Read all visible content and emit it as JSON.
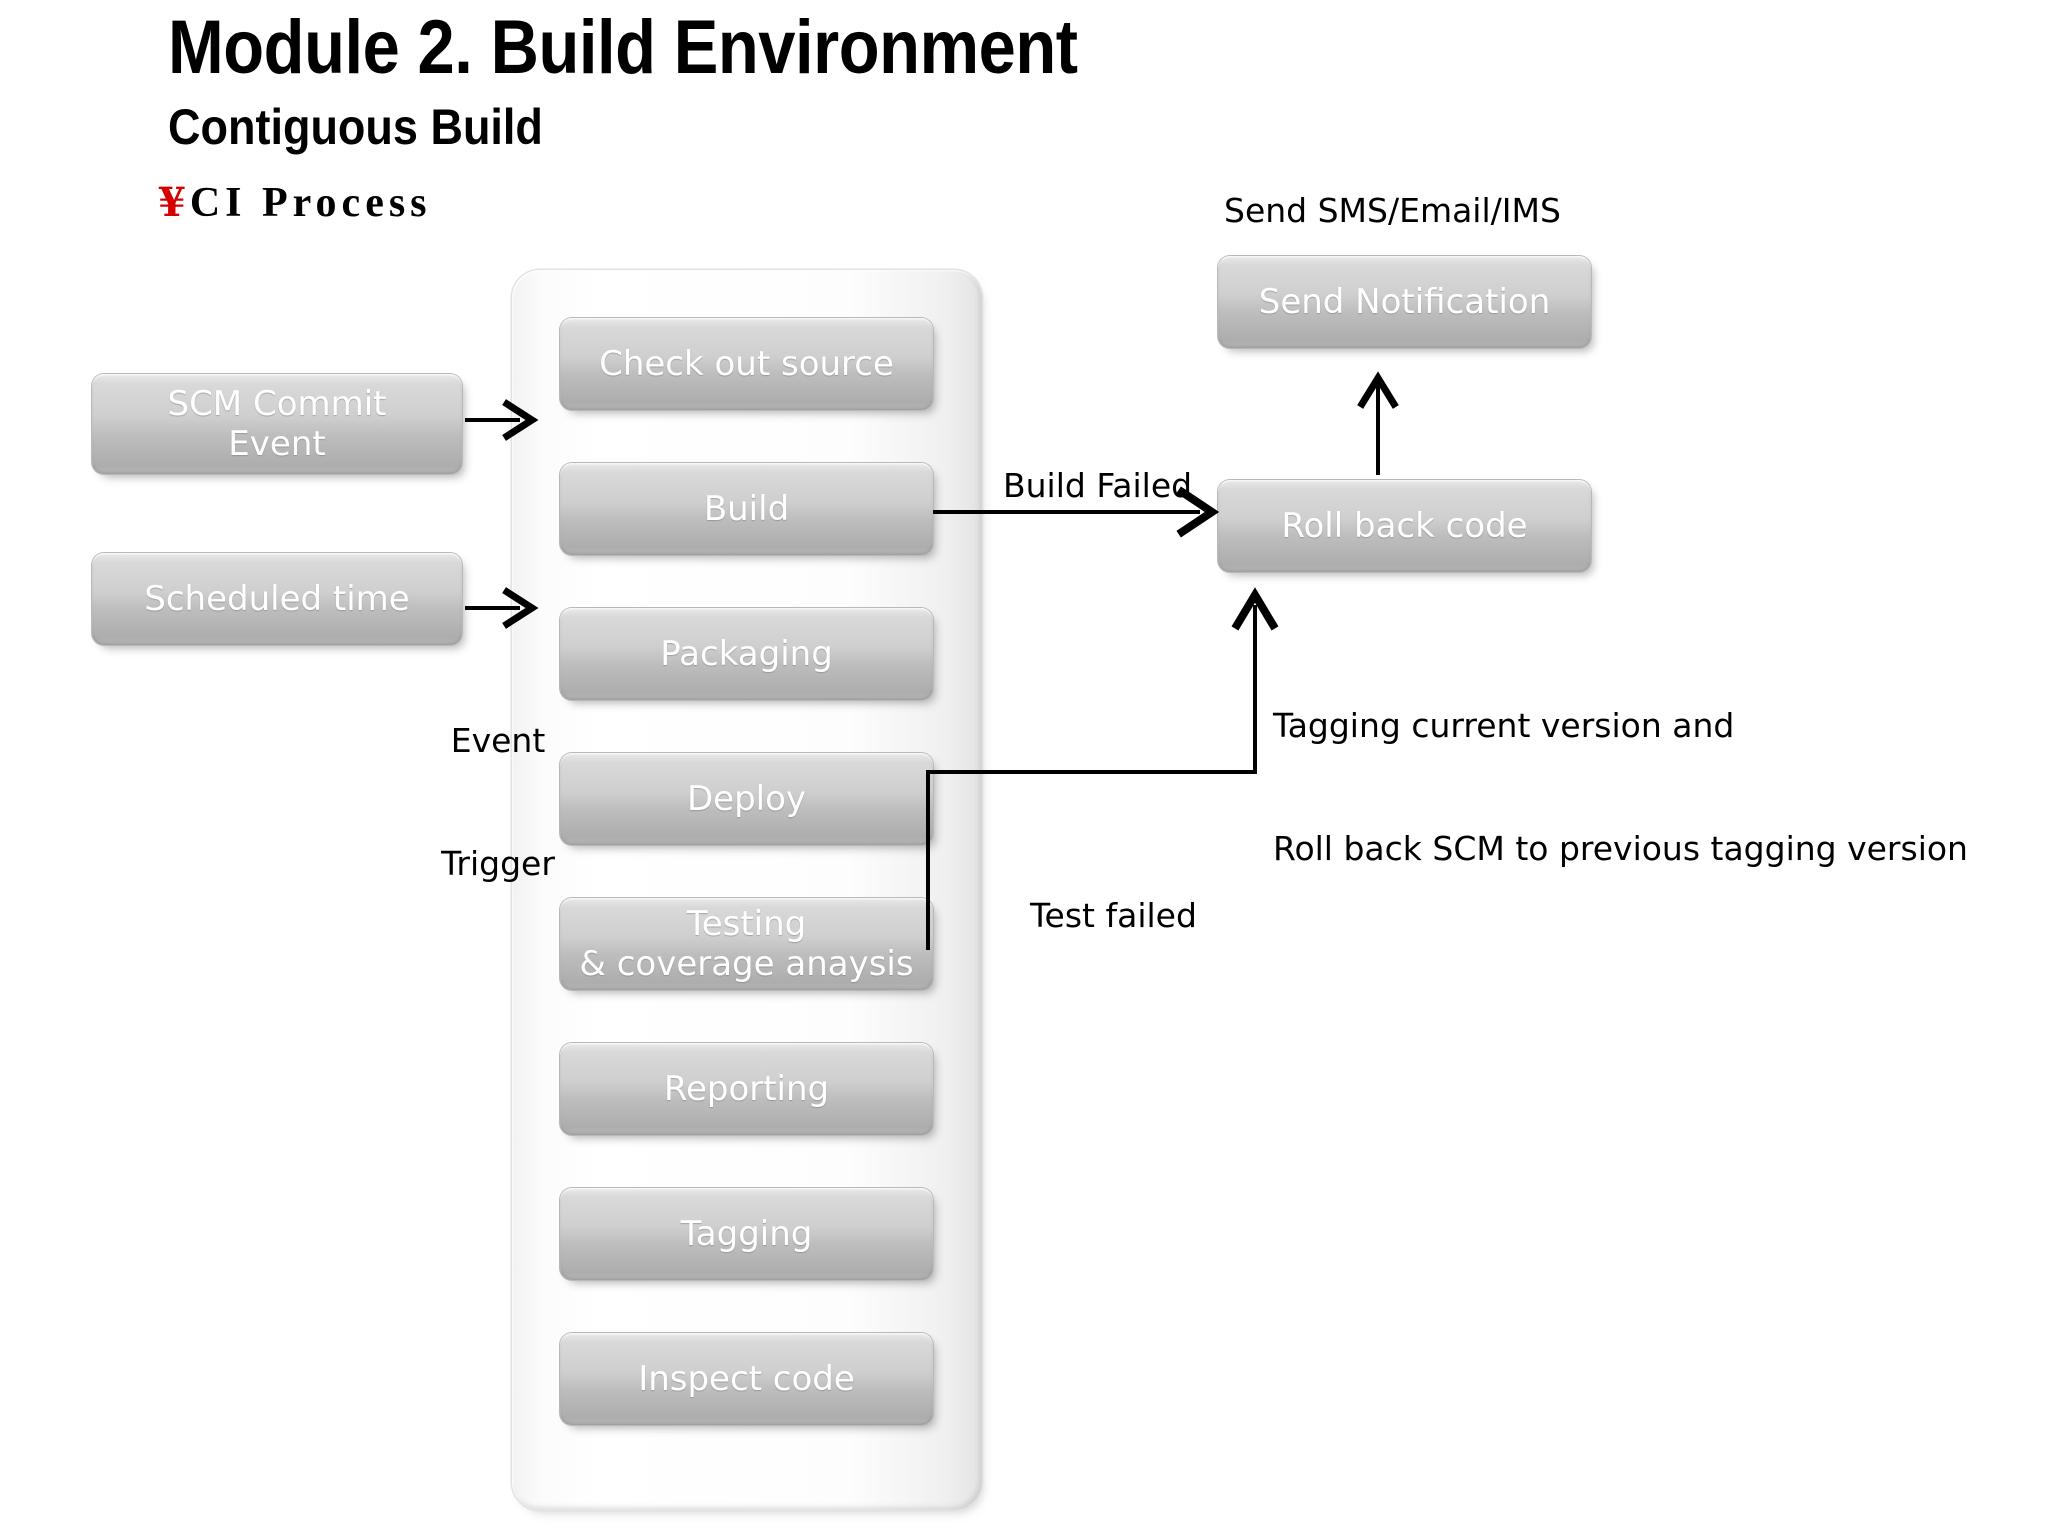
{
  "slide": {
    "title": "Module 2. Build Environment",
    "subtitle": "Contiguous Build",
    "bullet_mark": "¥",
    "bullet_text": "CI Process",
    "bullet_color": "#d60000"
  },
  "triggers": [
    {
      "id": "scm-commit-event",
      "line1": "SCM Commit",
      "line2": "Event"
    },
    {
      "id": "scheduled-time",
      "line1": "Scheduled time",
      "line2": ""
    }
  ],
  "pipeline": {
    "steps": [
      {
        "id": "check-out-source",
        "line1": "Check out source",
        "line2": ""
      },
      {
        "id": "build",
        "line1": "Build",
        "line2": ""
      },
      {
        "id": "packaging",
        "line1": "Packaging",
        "line2": ""
      },
      {
        "id": "deploy",
        "line1": "Deploy",
        "line2": ""
      },
      {
        "id": "testing",
        "line1": "Testing",
        "line2": "& coverage anaysis"
      },
      {
        "id": "reporting",
        "line1": "Reporting",
        "line2": ""
      },
      {
        "id": "tagging",
        "line1": "Tagging",
        "line2": ""
      },
      {
        "id": "inspect-code",
        "line1": "Inspect code",
        "line2": ""
      }
    ]
  },
  "right_nodes": [
    {
      "id": "send-notification",
      "line1": "Send Notification",
      "line2": ""
    },
    {
      "id": "roll-back-code",
      "line1": "Roll back code",
      "line2": ""
    }
  ],
  "annotations": {
    "send_channels": "Send SMS/Email/IMS",
    "event_trigger_l1": "Event",
    "event_trigger_l2": "Trigger",
    "build_failed": "Build Failed",
    "test_failed": "Test failed",
    "rollback_note_l1": "Tagging current version and",
    "rollback_note_l2": "Roll back SCM to previous tagging version"
  }
}
